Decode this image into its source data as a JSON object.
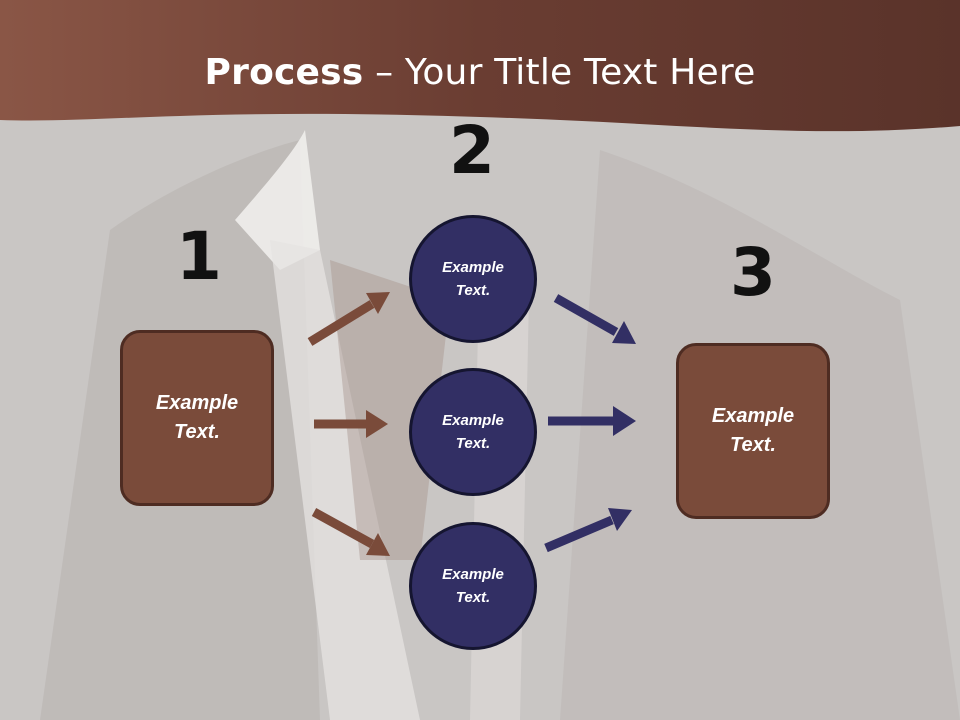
{
  "title": {
    "bold": "Process",
    "rest": " – Your Title Text Here"
  },
  "numbers": [
    "1",
    "2",
    "3"
  ],
  "left_box": {
    "label": "Example\nText."
  },
  "circles": [
    {
      "label": "Example\nText."
    },
    {
      "label": "Example\nText."
    },
    {
      "label": "Example\nText."
    }
  ],
  "right_box": {
    "label": "Example\nText."
  },
  "colors": {
    "header": "#6e3f32",
    "box_fill": "#7a4b3a",
    "circle_fill": "#322f64",
    "arrow_brown": "#7a4b3a",
    "arrow_navy": "#322f64"
  }
}
